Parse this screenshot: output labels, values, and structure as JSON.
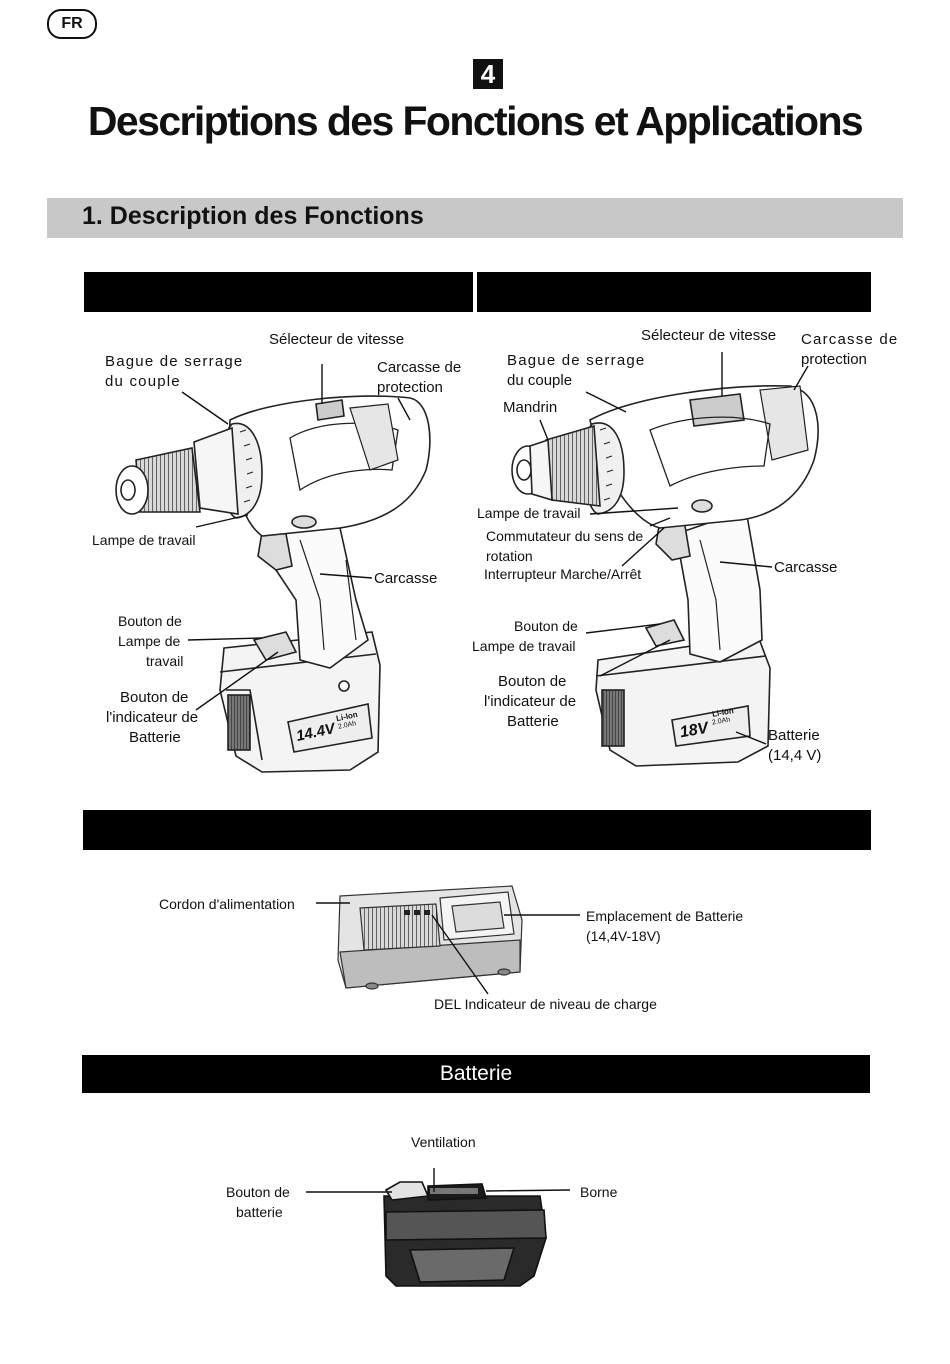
{
  "header": {
    "lang": "FR",
    "chapter": "4",
    "title": "Descriptions des Fonctions et Applications"
  },
  "section": {
    "title": "1. Description des Fonctions"
  },
  "drill_left": {
    "labels": {
      "speed_selector": "Sélecteur de vitesse",
      "torque_ring_1": "Bague de serrage",
      "torque_ring_2": "du couple",
      "housing_cover_1": "Carcasse de",
      "housing_cover_2": "protection",
      "work_light": "Lampe de travail",
      "housing": "Carcasse",
      "light_button_1": "Bouton de",
      "light_button_2": "Lampe de",
      "light_button_3": "travail",
      "indicator_button_1": "Bouton de",
      "indicator_button_2": "l'indicateur de",
      "indicator_button_3": "Batterie"
    },
    "battery_text": "14.4V",
    "battery_chem": "Li-Ion",
    "battery_cap": "2.0Ah"
  },
  "drill_right": {
    "labels": {
      "speed_selector": "Sélecteur de vitesse",
      "housing_cover_1": "Carcasse de",
      "housing_cover_2": "protection",
      "torque_ring_1": "Bague de serrage",
      "torque_ring_2": "du couple",
      "chuck": "Mandrin",
      "work_light": "Lampe de travail",
      "direction_switch_1": "Commutateur du sens de",
      "direction_switch_2": "rotation",
      "on_off_switch": "Interrupteur Marche/Arrêt",
      "housing": "Carcasse",
      "light_button_1": "Bouton de",
      "light_button_2": "Lampe de travail",
      "indicator_button_1": "Bouton de",
      "indicator_button_2": "l'indicateur de",
      "indicator_button_3": "Batterie",
      "battery_1": "Batterie",
      "battery_2": "(14,4 V)"
    },
    "battery_text": "18V",
    "battery_chem": "Li-Ion",
    "battery_cap": "2.0Ah"
  },
  "charger": {
    "power_cord": "Cordon d'alimentation",
    "battery_slot_1": "Emplacement de Batterie",
    "battery_slot_2": "(14,4V-18V)",
    "led_indicator": "DEL Indicateur de niveau de charge"
  },
  "battery_section": {
    "bar_title": "Batterie",
    "ventilation": "Ventilation",
    "button_1": "Bouton de",
    "button_2": "batterie",
    "terminal": "Borne"
  }
}
